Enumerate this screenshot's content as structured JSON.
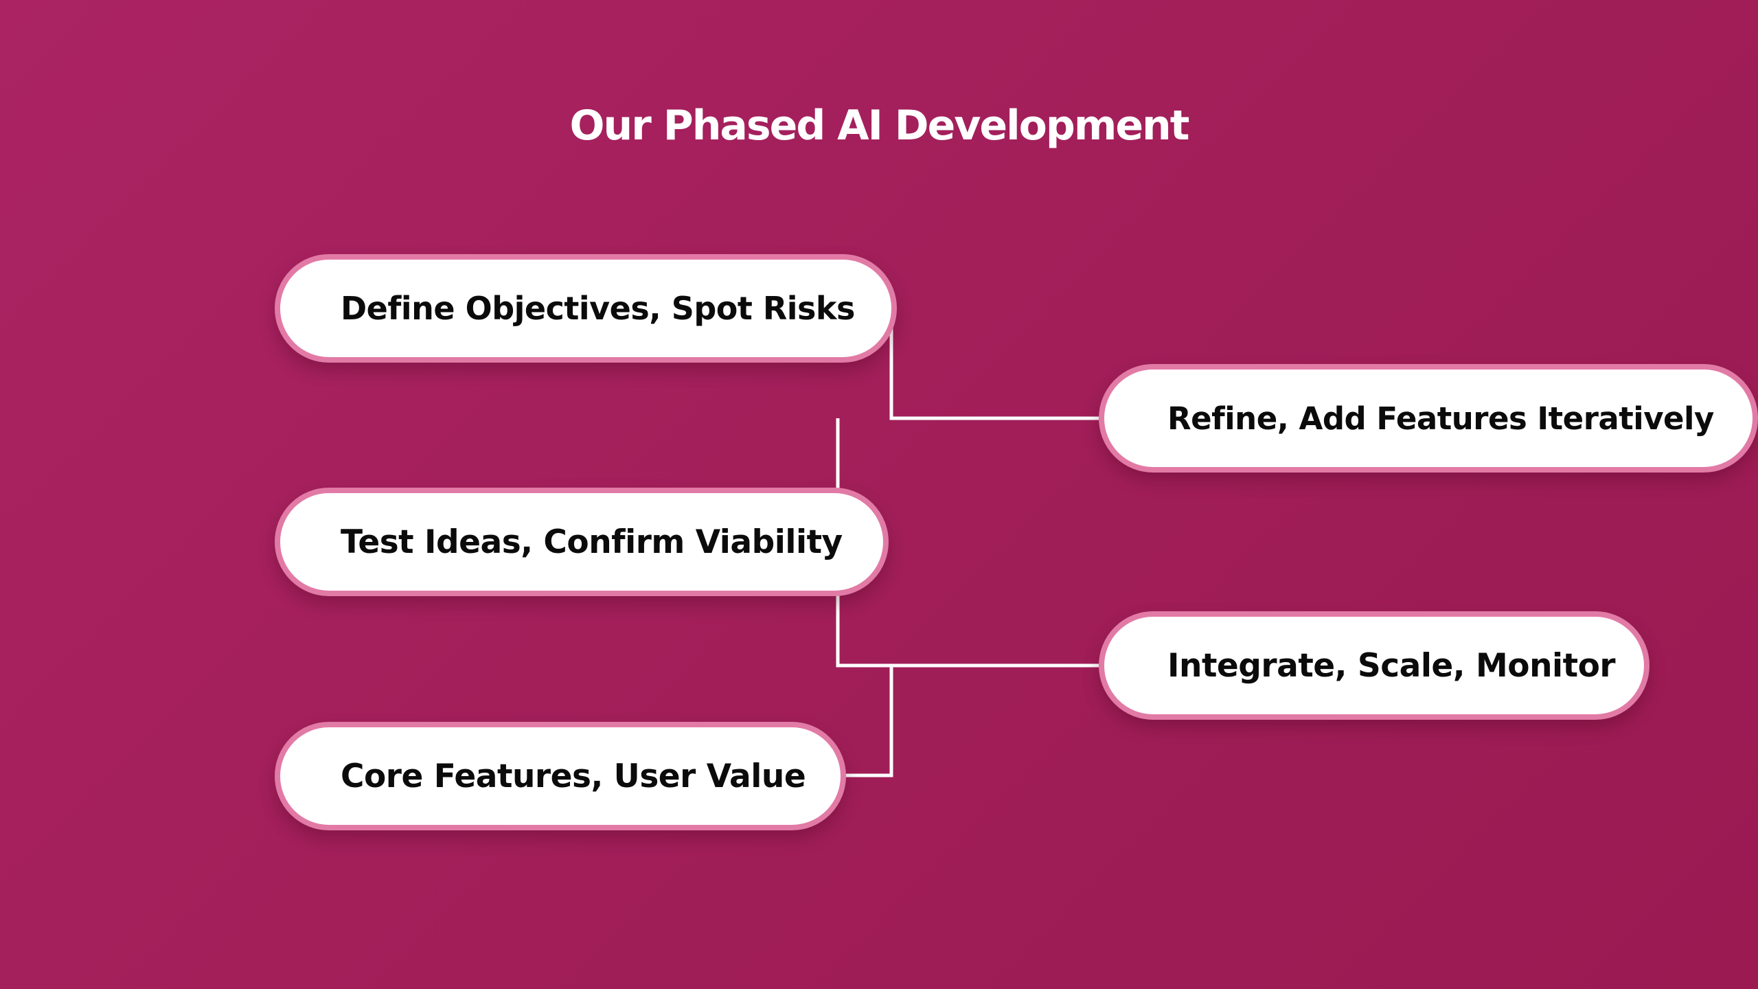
{
  "title": "Our Phased AI Development",
  "colors": {
    "background": "#a21f5a",
    "pill_fill": "#ffffff",
    "pill_border": "#e27aa6",
    "connector": "#ffffff",
    "title_text": "#ffffff",
    "pill_text": "#0b0b0b"
  },
  "diagram": {
    "left_column": [
      {
        "label": "Define Objectives, Spot Risks"
      },
      {
        "label": "Test Ideas, Confirm Viability"
      },
      {
        "label": "Core Features, User Value"
      }
    ],
    "right_column": [
      {
        "label": "Refine, Add Features Iteratively"
      },
      {
        "label": "Integrate, Scale, Monitor"
      }
    ],
    "connections": [
      {
        "from": "Define Objectives, Spot Risks",
        "to": "Refine, Add Features Iteratively"
      },
      {
        "from": "Test Ideas, Confirm Viability",
        "to": "Refine, Add Features Iteratively"
      },
      {
        "from": "Test Ideas, Confirm Viability",
        "to": "Integrate, Scale, Monitor"
      },
      {
        "from": "Core Features, User Value",
        "to": "Integrate, Scale, Monitor"
      }
    ]
  }
}
